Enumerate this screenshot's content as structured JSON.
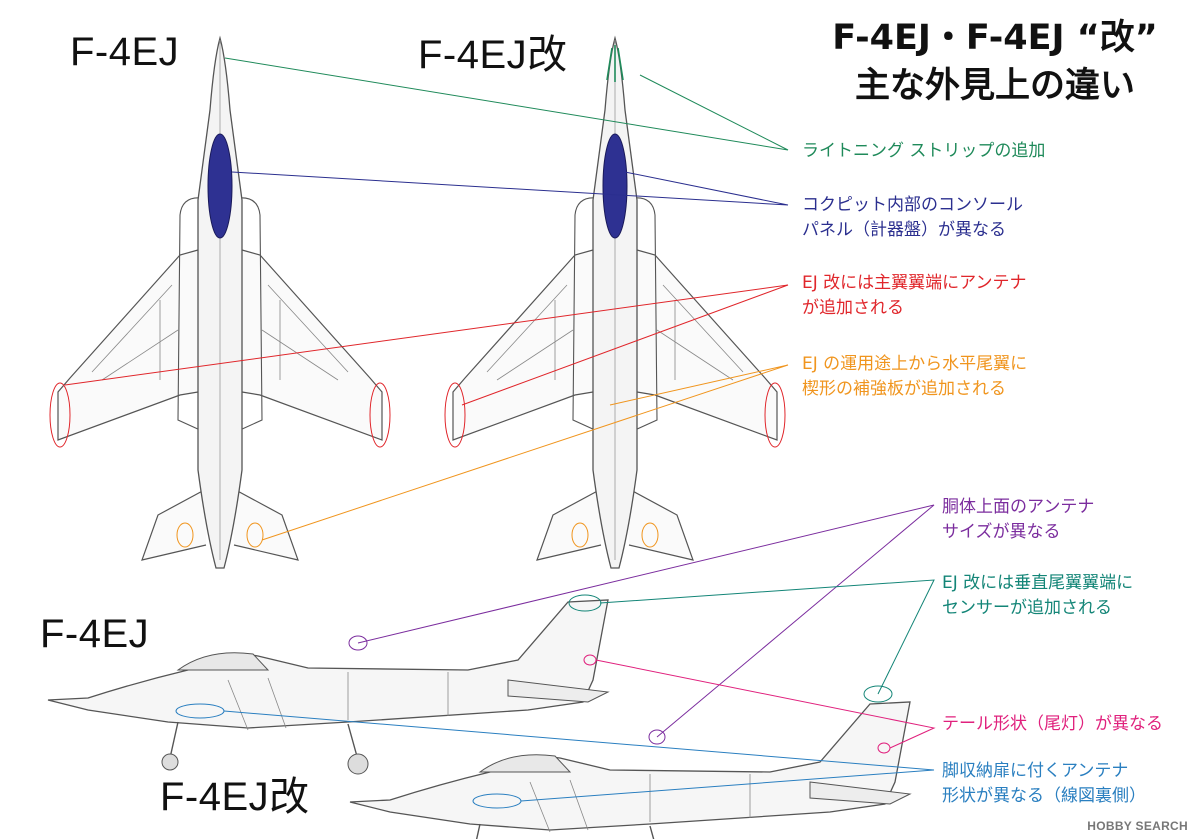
{
  "labels": {
    "top_left": "F-4EJ",
    "top_right": "F-4EJ改",
    "side_top": "F-4EJ",
    "side_bottom": "F-4EJ改"
  },
  "title": {
    "line1": "F-4EJ・F-4EJ “改”",
    "line2": "主な外見上の違い"
  },
  "annotations": [
    {
      "lines": [
        "ライトニング ストリップの追加"
      ],
      "color": "#1f8a5a"
    },
    {
      "lines": [
        "コクピット内部のコンソール",
        "パネル（計器盤）が異なる"
      ],
      "color": "#2b2f8f"
    },
    {
      "lines": [
        "EJ 改には主翼翼端にアンテナ",
        "が追加される"
      ],
      "color": "#e0262b"
    },
    {
      "lines": [
        "EJ の運用途上から水平尾翼に",
        "楔形の補強板が追加される"
      ],
      "color": "#f0951e"
    },
    {
      "lines": [
        "胴体上面のアンテナ",
        "サイズが異なる"
      ],
      "color": "#7b2d9e"
    },
    {
      "lines": [
        "EJ 改には垂直尾翼翼端に",
        "センサーが追加される"
      ],
      "color": "#138577"
    },
    {
      "lines": [
        "テール形状（尾灯）が異なる"
      ],
      "color": "#e0217d"
    },
    {
      "lines": [
        "脚収納扉に付くアンテナ",
        "形状が異なる（線図裏側）"
      ],
      "color": "#2a7fc0"
    }
  ],
  "watermark": "HOBBY SEARCH"
}
